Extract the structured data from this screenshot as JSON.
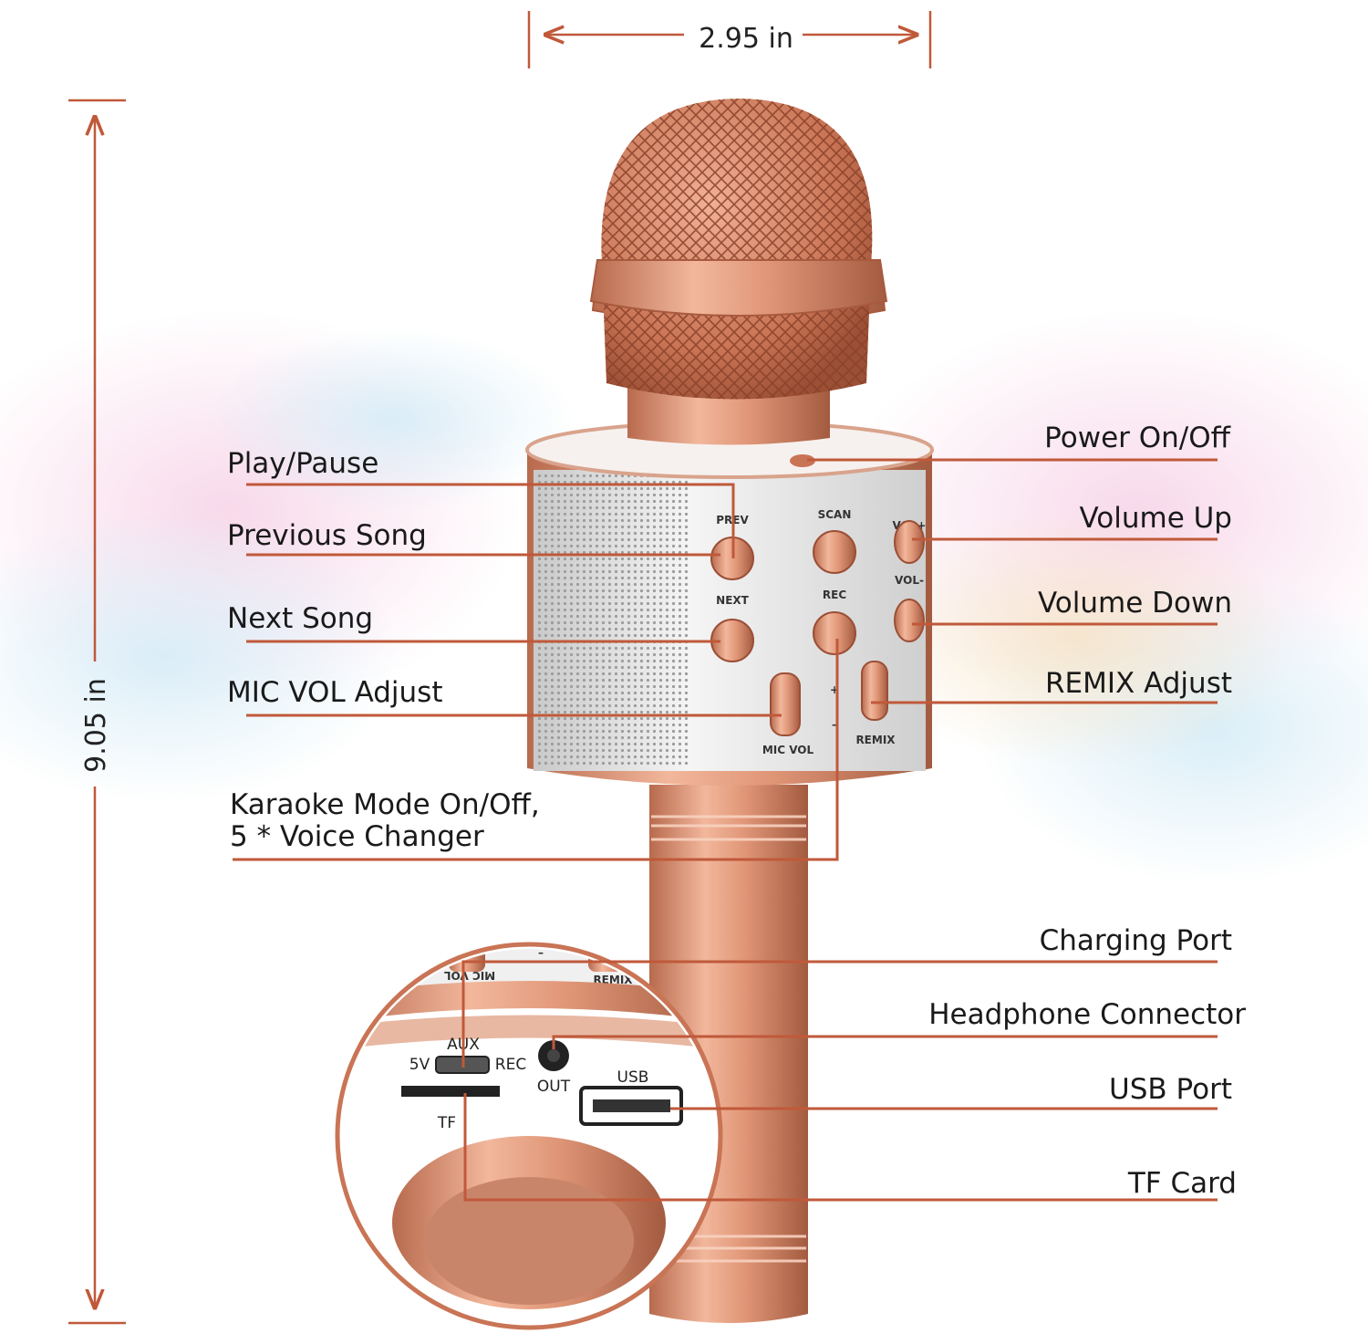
{
  "dimensions": {
    "width_label": "2.95 in",
    "height_label": "9.05 in"
  },
  "left_labels": {
    "play_pause": "Play/Pause",
    "previous_song": "Previous Song",
    "next_song": "Next Song",
    "mic_vol_adjust": "MIC VOL Adjust",
    "karaoke_line1": "Karaoke Mode On/Off,",
    "karaoke_line2": "5 * Voice Changer"
  },
  "right_labels": {
    "power": "Power On/Off",
    "volume_up": "Volume Up",
    "volume_down": "Volume Down",
    "remix_adjust": "REMIX Adjust",
    "charging_port": "Charging Port",
    "headphone": "Headphone Connector",
    "usb_port": "USB Port",
    "tf_card": "TF Card"
  },
  "device_buttons": {
    "prev": "PREV",
    "scan": "SCAN",
    "vol_plus": "VOL+",
    "next": "NEXT",
    "rec": "REC",
    "vol_minus": "VOL-",
    "mic_vol": "MIC VOL",
    "remix": "REMIX"
  },
  "port_labels": {
    "aux": "AUX",
    "five_v": "5V",
    "rec": "REC",
    "out": "OUT",
    "usb": "USB",
    "tf": "TF",
    "mic_vol": "MIC VOL",
    "remix": "REMIX"
  },
  "colors": {
    "rose_gold": "#d98a6c",
    "rose_gold_dark": "#a85a3f",
    "leader_line": "#c0593a",
    "silver": "#e6e6e6"
  }
}
